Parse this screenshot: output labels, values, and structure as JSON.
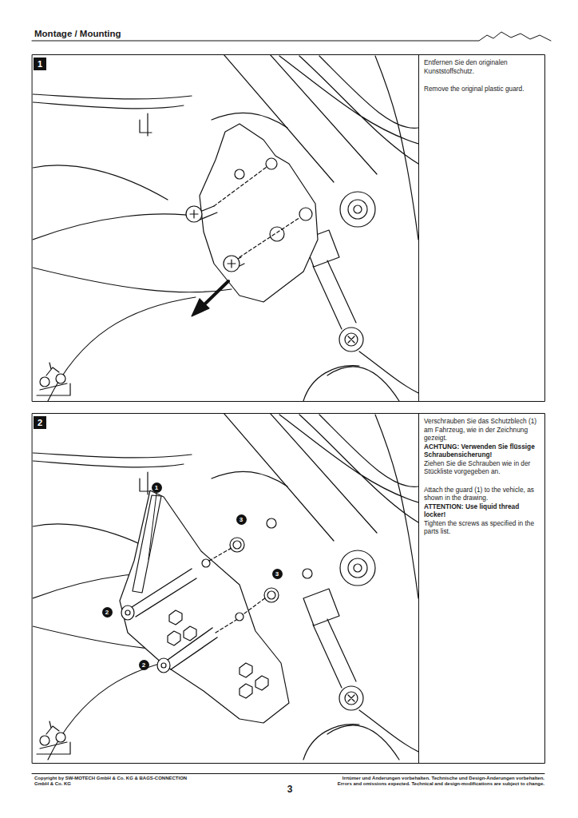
{
  "diagram": {
    "title": "Montage / Mounting",
    "nodes": [
      {
        "text": [
          "1"
        ]
      },
      {
        "text": [
          "Entfernen Sie den originalen Kunststoffschutz.",
          "Remove the original plastic guard."
        ]
      },
      {
        "text": [
          "2"
        ]
      },
      {
        "text": [
          "Verschrauben Sie das Schutzblech (1) am Fahrzeug, wie in der Zeichnung gezeigt.",
          "ACHTUNG: Verwenden Sie flüssige Schraubensicherung!",
          "Ziehen Sie die Schrauben wie in der Stückliste vorgegeben an.",
          "Attach the guard (1) to the vehicle, as shown in the drawing.",
          "ATTENTION: Use liquid thread locker!",
          "Tighten the screws as specified in the parts list."
        ]
      },
      {
        "text": [
          "1"
        ]
      },
      {
        "text": [
          "3"
        ]
      },
      {
        "text": [
          "3"
        ]
      },
      {
        "text": [
          "2"
        ]
      },
      {
        "text": [
          "2"
        ]
      }
    ],
    "labels": [
      "Copyright by SW-MOTECH GmbH & Co. KG & BAGS-CONNECTION GmbH & Co. KG",
      "Irrtümer und Änderungen vorbehalten. Technische und Design-Änderungen vorbehalten.",
      "Errors and omissions expected. Technical and design-modifications are subject to change.",
      "3"
    ]
  }
}
